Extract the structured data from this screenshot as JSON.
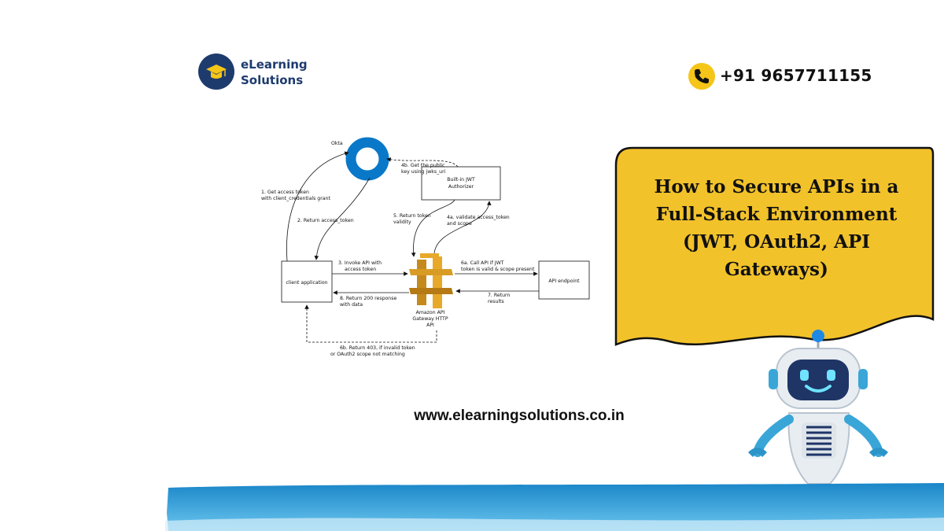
{
  "brand": {
    "line1": "eLearning",
    "line2": "Solutions",
    "logo_icon": "graduation-cap-icon",
    "color": "#1e3b6e"
  },
  "contact": {
    "phone": "+91 9657711155",
    "icon": "phone-icon",
    "icon_color": "#f5c518"
  },
  "diagram": {
    "nodes": {
      "okta": "Okta",
      "authorizer_line1": "Built-in JWT",
      "authorizer_line2": "Authorizer",
      "client": "client application",
      "gateway_line1": "Amazon API",
      "gateway_line2": "Gateway HTTP",
      "gateway_line3": "API",
      "endpoint": "API endpoint"
    },
    "edges": {
      "e1_line1": "1. Get access token",
      "e1_line2": "with client_credentials grant",
      "e2": "2. Return access_token",
      "e3_line1": "3. Invoke API with",
      "e3_line2": "access token",
      "e4a_line1": "4a. validate access_token",
      "e4a_line2": "and scope",
      "e4b_line1": "4b. Get the public",
      "e4b_line2": "key using jwks_uri",
      "e5_line1": "5. Return token",
      "e5_line2": "validity",
      "e6a_line1": "6a. Call API if JWT",
      "e6a_line2": "token is valid & scope present",
      "e6b_line1": "6b. Return 403, if invalid token",
      "e6b_line2": "or OAuth2 scope not matching",
      "e7_line1": "7. Return",
      "e7_line2": "results",
      "e8_line1": "8. Return 200 response",
      "e8_line2": "with data"
    },
    "colors": {
      "okta": "#0a78c8",
      "gateway": "#e8a92a"
    }
  },
  "banner": {
    "title": "How to Secure APIs in a Full-Stack Environment (JWT, OAuth2, API Gateways)",
    "color": "#f2c22a"
  },
  "website": "www.elearningsolutions.co.in",
  "decor": {
    "robot": "robot-mascot-icon",
    "wave_color": "#1a86c8"
  }
}
